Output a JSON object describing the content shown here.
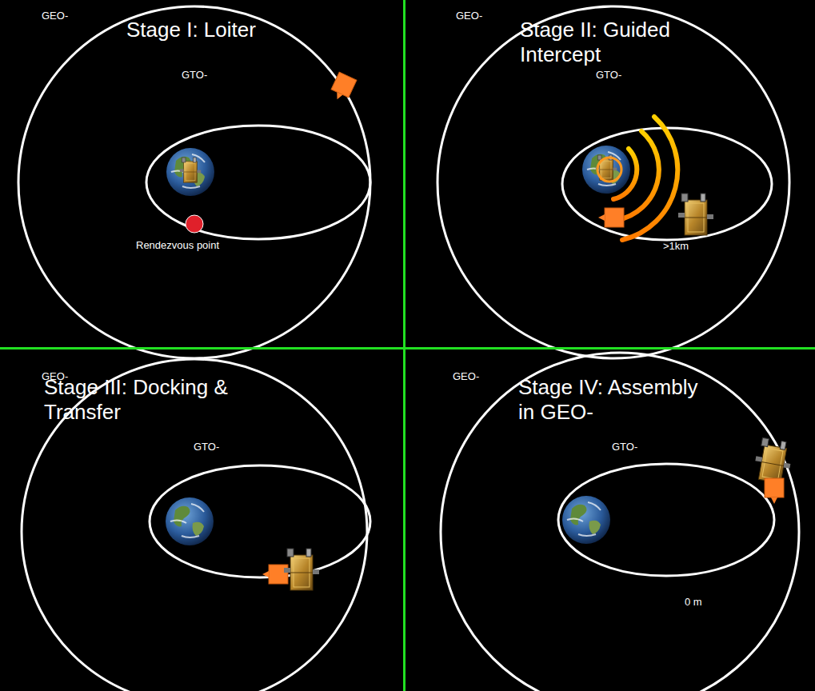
{
  "diagram": {
    "nodes": [
      {
        "text": [
          "Stage I: Loiter"
        ]
      },
      {
        "text": [
          "Stage II: Guided Intercept"
        ]
      },
      {
        "text": [
          "Stage III: Docking & Transfer"
        ]
      },
      {
        "text": [
          "Stage IV: Assembly in GEO-"
        ]
      }
    ],
    "labels": [
      "GEO-",
      "GTO-",
      "Rendezvous point",
      "GEO-",
      "GTO-",
      ">1km",
      "GEO-",
      "GTO-",
      "GEO-",
      "GTO-",
      "0 m"
    ]
  }
}
